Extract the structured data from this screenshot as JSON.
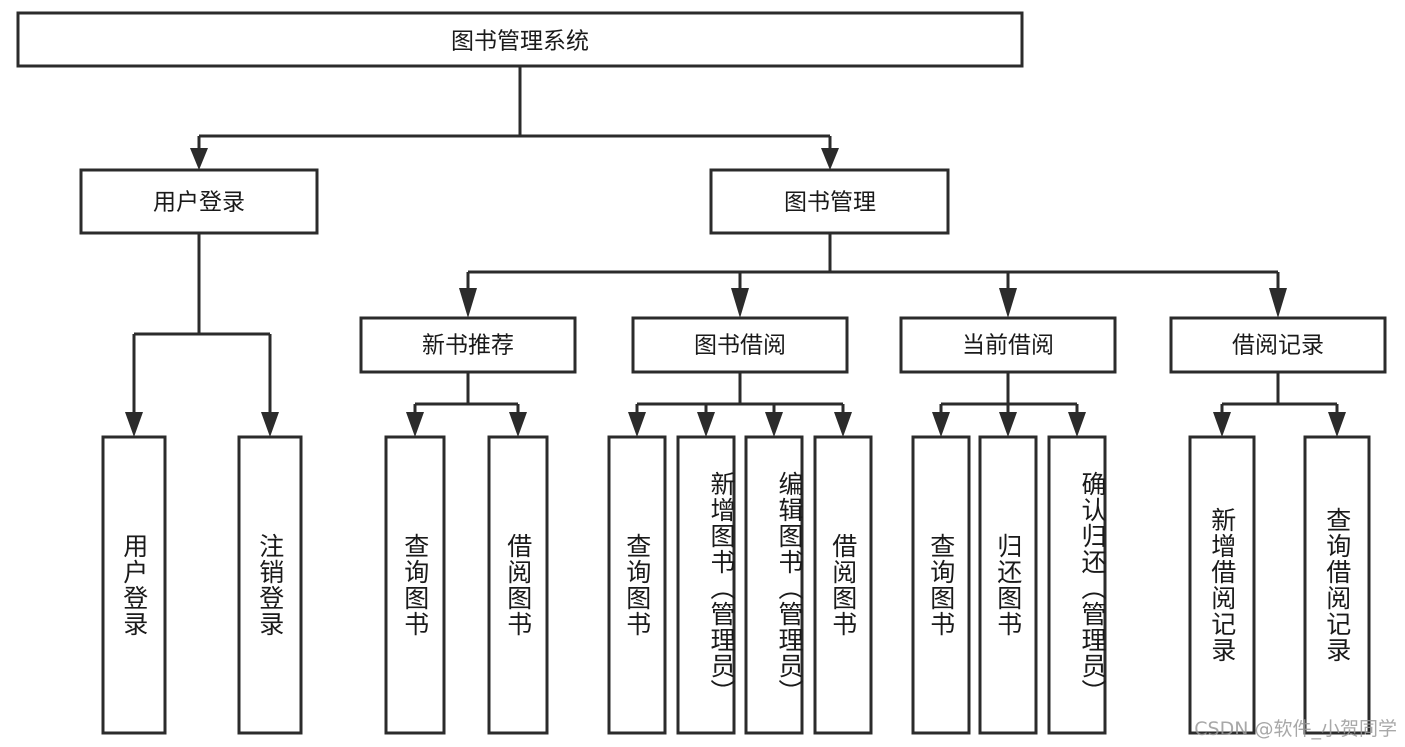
{
  "diagram": {
    "type": "tree",
    "title": "图书管理系统",
    "orientation": "top-down",
    "watermark": "CSDN @软件_小贺同学",
    "colors": {
      "box_stroke": "#2b2b2b",
      "box_fill": "#ffffff",
      "connector": "#2b2b2b",
      "text": "#1a1a1a",
      "background": "#ffffff",
      "watermark": "#9a9a9a"
    },
    "root": {
      "label": "图书管理系统"
    },
    "level2": [
      {
        "label": "用户登录"
      },
      {
        "label": "图书管理"
      }
    ],
    "level3": [
      {
        "label": "新书推荐"
      },
      {
        "label": "图书借阅"
      },
      {
        "label": "当前借阅"
      },
      {
        "label": "借阅记录"
      }
    ],
    "leaves": {
      "user_login": [
        {
          "label": "用户登录"
        },
        {
          "label": "注销登录"
        }
      ],
      "new_book_recommend": [
        {
          "label": "查询图书"
        },
        {
          "label": "借阅图书"
        }
      ],
      "book_borrow": [
        {
          "label": "查询图书"
        },
        {
          "label": "新增图书（管理员）"
        },
        {
          "label": "编辑图书（管理员）"
        },
        {
          "label": "借阅图书"
        }
      ],
      "current_borrow": [
        {
          "label": "查询图书"
        },
        {
          "label": "归还图书"
        },
        {
          "label": "确认归还（管理员）"
        }
      ],
      "borrow_record": [
        {
          "label": "新增借阅记录"
        },
        {
          "label": "查询借阅记录"
        }
      ]
    }
  }
}
